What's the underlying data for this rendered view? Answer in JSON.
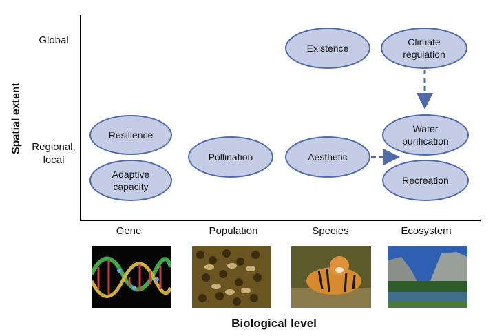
{
  "axes": {
    "y_title": "Spatial extent",
    "x_title": "Biological level",
    "y_levels": [
      "Global",
      "Regional,\nlocal"
    ],
    "x_levels": [
      "Gene",
      "Population",
      "Species",
      "Ecosystem"
    ]
  },
  "nodes": {
    "existence": "Existence",
    "climate_regulation": "Climate\nregulation",
    "resilience": "Resilience",
    "adaptive_capacity": "Adaptive\ncapacity",
    "pollination": "Pollination",
    "aesthetic": "Aesthetic",
    "water_purification": "Water\npurification",
    "recreation": "Recreation"
  },
  "photos": [
    "dna-helix-photo",
    "honeybee-comb-photo",
    "tiger-photo",
    "mountain-valley-river-photo"
  ],
  "colors": {
    "node_fill": "#c5cde6",
    "node_border": "#4f6aa8",
    "arrow": "#4f6aa8"
  }
}
